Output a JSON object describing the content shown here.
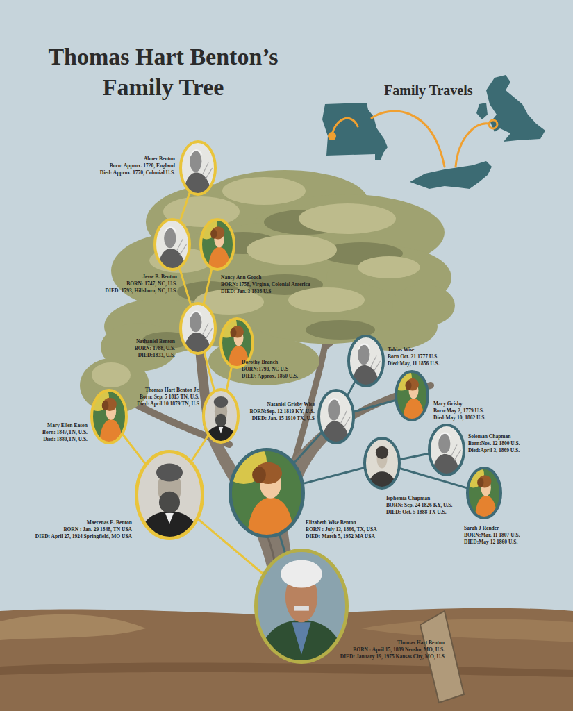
{
  "diagram": {
    "title": "Thomas Hart Benton’s Family Tree",
    "nodes": [
      {
        "text": [
          "Abner Benton",
          "Born: Approx. 1720, England",
          "Died: Approx. 1770, Colonial U.S."
        ]
      },
      {
        "text": [
          "Jesse B. Benton",
          "BORN: 1747, NC, U.S.",
          "DIED: 1793, Hillsboro, NC, U.S."
        ]
      },
      {
        "text": [
          "Nancy Ann Gooch",
          "BORN: 1758, Virgina, Colonial America",
          "DIED: Jan. 3 1838 U.S"
        ]
      },
      {
        "text": [
          "Nathaniel Benton",
          "BORN: 1788, U.S.",
          "DIED:1833, U.S."
        ]
      },
      {
        "text": [
          "Dorothy Branch",
          "BORN:1793, NC U.S",
          "DIED: Approx. 1860 U.S."
        ]
      },
      {
        "text": [
          "Tobias Wise",
          "Born Oct. 21 1777 U.S.",
          "Died:May, 11 1856 U.S."
        ]
      },
      {
        "text": [
          "Mary Grisby",
          "Born:May 2, 1779 U.S.",
          "Died:May 10, 1862 U.S."
        ]
      },
      {
        "text": [
          "Thomas Hart Benton Jr.",
          "Born: Sep. 5 1815 TN, U.S.",
          "Died: April 10 1879 TN, U.S"
        ]
      },
      {
        "text": [
          "Mary Ellen Eason",
          "Born: 1847,TN, U.S.",
          "Died: 1880,TN, U.S."
        ]
      },
      {
        "text": [
          "Nataniel Grisby Wise",
          "BORN:Sep. 12 1819 KY, U.S.",
          "DIED: Jan. 15 1910 TX, U.S"
        ]
      },
      {
        "text": [
          "Soloman Chapman",
          "Born:Nov. 12 1800 U.S.",
          "Died:April 3, 1869 U.S."
        ]
      },
      {
        "text": [
          "Isphemia Chapman",
          "BORN: Sep. 24 1826 KY, U.S.",
          "DIED: Oct. 5 1888 TX U.S."
        ]
      },
      {
        "text": [
          "Sarah J Render",
          "BORN:Mar. 11 1807 U.S.",
          "DIED:May 12 1860 U.S."
        ]
      },
      {
        "text": [
          "Maecenas E. Benton",
          "BORN : Jan. 29 1848, TN USA",
          "DIED: April 27, 1924 Springfield, MO USA"
        ]
      },
      {
        "text": [
          "Elizabeth Wise Benton",
          "BORN : July 13, 1866, TX, USA",
          "DIED: March 5, 1952 MA USA"
        ]
      },
      {
        "text": [
          "Thomas Hart Benton",
          "BORN : April 15, 1889 Neosho, MO, U.S.",
          "DIED: January 19, 1975 Kansas City, MO, U.S"
        ]
      }
    ],
    "edges": [
      {
        "from": 0,
        "to": 1,
        "arrow": "none"
      },
      {
        "from": 1,
        "to": 3,
        "arrow": "none"
      },
      {
        "from": 2,
        "to": 3,
        "arrow": "none"
      },
      {
        "from": 3,
        "to": 7,
        "arrow": "none"
      },
      {
        "from": 4,
        "to": 7,
        "arrow": "none"
      },
      {
        "from": 5,
        "to": 9,
        "arrow": "none"
      },
      {
        "from": 6,
        "to": 9,
        "arrow": "none"
      },
      {
        "from": 7,
        "to": 13,
        "arrow": "none"
      },
      {
        "from": 8,
        "to": 13,
        "arrow": "none"
      },
      {
        "from": 9,
        "to": 14,
        "arrow": "none"
      },
      {
        "from": 10,
        "to": 11,
        "arrow": "none"
      },
      {
        "from": 12,
        "to": 11,
        "arrow": "none"
      },
      {
        "from": 11,
        "to": 14,
        "arrow": "none"
      },
      {
        "from": 13,
        "to": 15,
        "arrow": "none"
      },
      {
        "from": 14,
        "to": 15,
        "arrow": "none"
      }
    ],
    "labels": [
      "Family Travels"
    ]
  }
}
